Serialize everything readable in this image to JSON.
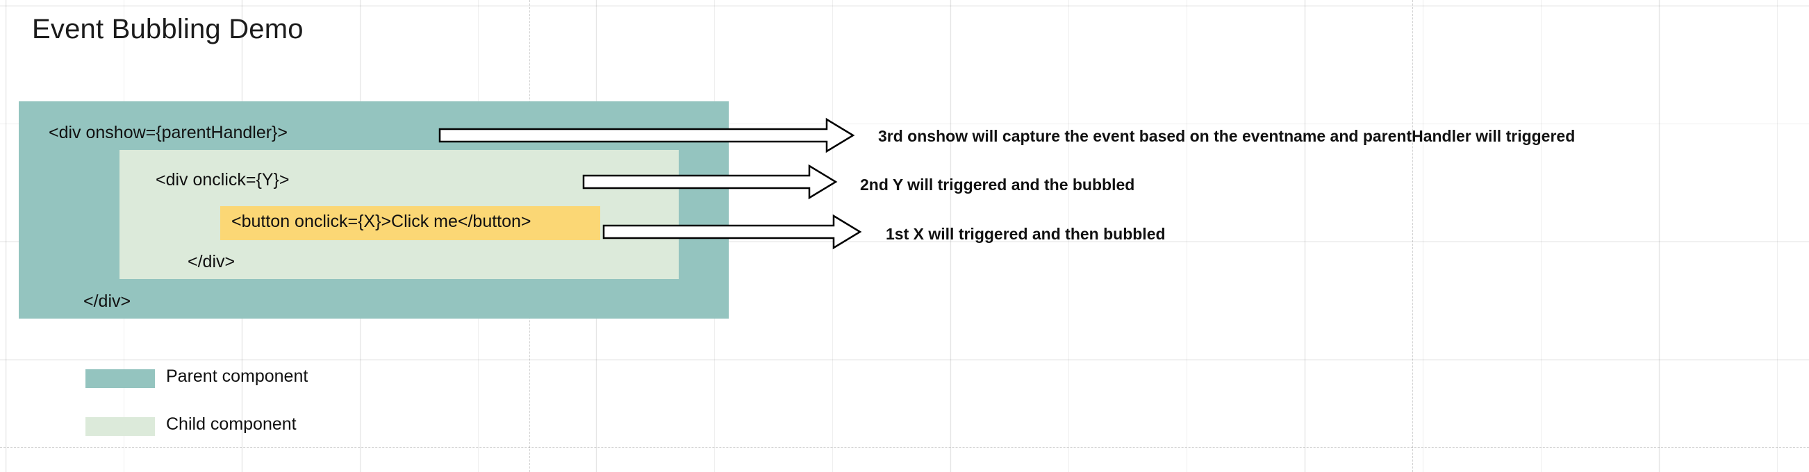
{
  "page": {
    "title": "Event Bubbling Demo",
    "background": "#ffffff"
  },
  "colors": {
    "parent": "#94c4bf",
    "child": "#dceada",
    "button": "#fbd775",
    "text": "#111111",
    "grid": "#d9d9d9"
  },
  "diagram": {
    "parent_box": {
      "open_tag": "<div onshow={parentHandler}>",
      "close_tag": "</div>"
    },
    "child_box": {
      "open_tag": "<div onclick={Y}>",
      "close_tag": "</div>"
    },
    "button_box": {
      "code": "<button onclick={X}>Click me</button>"
    },
    "callouts": [
      {
        "id": "callout-3",
        "text": "3rd onshow will capture the event based on the eventname and parentHandler will triggered"
      },
      {
        "id": "callout-2",
        "text": "2nd Y will triggered and the bubbled"
      },
      {
        "id": "callout-1",
        "text": "1st X will triggered and then bubbled"
      }
    ]
  },
  "legend": {
    "items": [
      {
        "label": "Parent component",
        "color": "#94c4bf"
      },
      {
        "label": "Child component",
        "color": "#dceada"
      }
    ]
  }
}
